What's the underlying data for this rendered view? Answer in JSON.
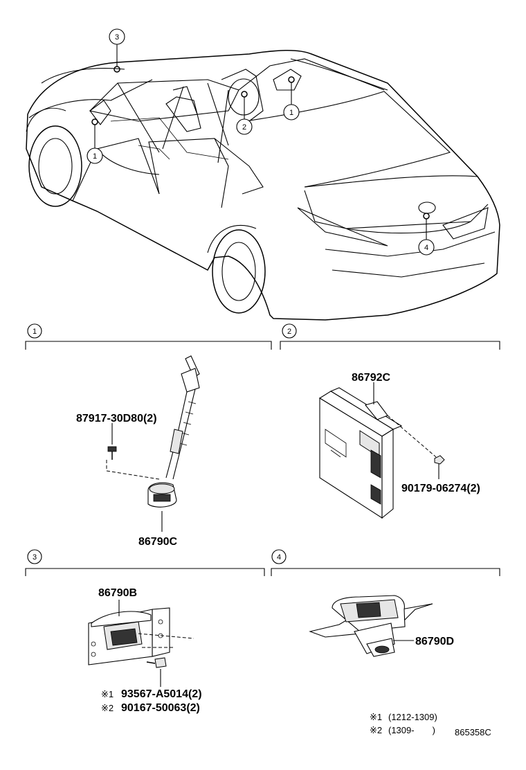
{
  "car_callouts": [
    "3",
    "1",
    "2",
    "1",
    "4"
  ],
  "sections": [
    {
      "num": "1",
      "parts": [
        "87917-30D80(2)",
        "86790C"
      ]
    },
    {
      "num": "2",
      "parts": [
        "86792C",
        "90179-06274(2)"
      ]
    },
    {
      "num": "3",
      "parts": [
        "86790B"
      ],
      "fasteners": [
        {
          "mark": "※1",
          "part": "93567-A5014(2)"
        },
        {
          "mark": "※2",
          "part": "90167-50063(2)"
        }
      ]
    },
    {
      "num": "4",
      "parts": [
        "86790D"
      ]
    }
  ],
  "notes": [
    {
      "mark": "※1",
      "range": "(1212-1309)"
    },
    {
      "mark": "※2",
      "range": "(1309-　　)"
    }
  ],
  "diagram_code": "865358C"
}
